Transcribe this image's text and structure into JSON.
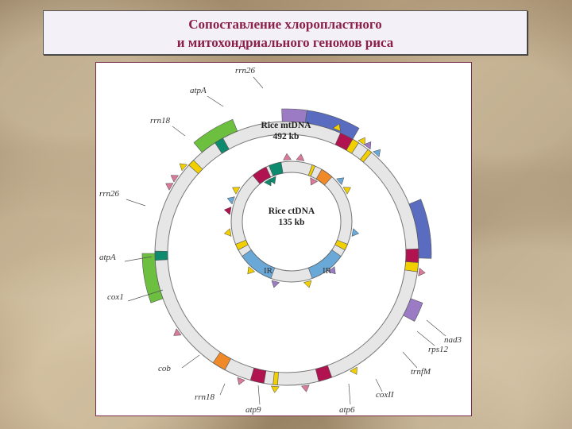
{
  "title": {
    "line1": "Сопоставление хлоропластного",
    "line2": "и митохондриального геномов риса"
  },
  "mt_genome": {
    "name": "Rice mtDNA",
    "size": "492 kb",
    "labels": {
      "rrn26_top": "rrn26",
      "atpA_top": "atpA",
      "rrn18_top": "rrn18",
      "rrn26_left": "rrn26",
      "atpA_left": "atpA",
      "cox1": "cox1",
      "cob": "cob",
      "rrn18_bottom": "rrn18",
      "atp9": "atp9",
      "atp6": "atp6",
      "coxII": "coxII",
      "trnfM": "trnfM",
      "rps12": "rps12",
      "nad3": "nad3"
    }
  },
  "ct_genome": {
    "name": "Rice ctDNA",
    "size": "135 kb",
    "ir_left": "IR",
    "ir_right": "IR"
  },
  "colors": {
    "title_text": "#8a1f4a",
    "magenta": "#b0134f",
    "yellow": "#f2d000",
    "green": "#6cbf3f",
    "teal": "#0e8a6e",
    "blue": "#5a6cc0",
    "purple": "#9b7cc4",
    "orange": "#f08a28",
    "pink": "#d87a9a",
    "lightblue": "#6aa8d8"
  }
}
